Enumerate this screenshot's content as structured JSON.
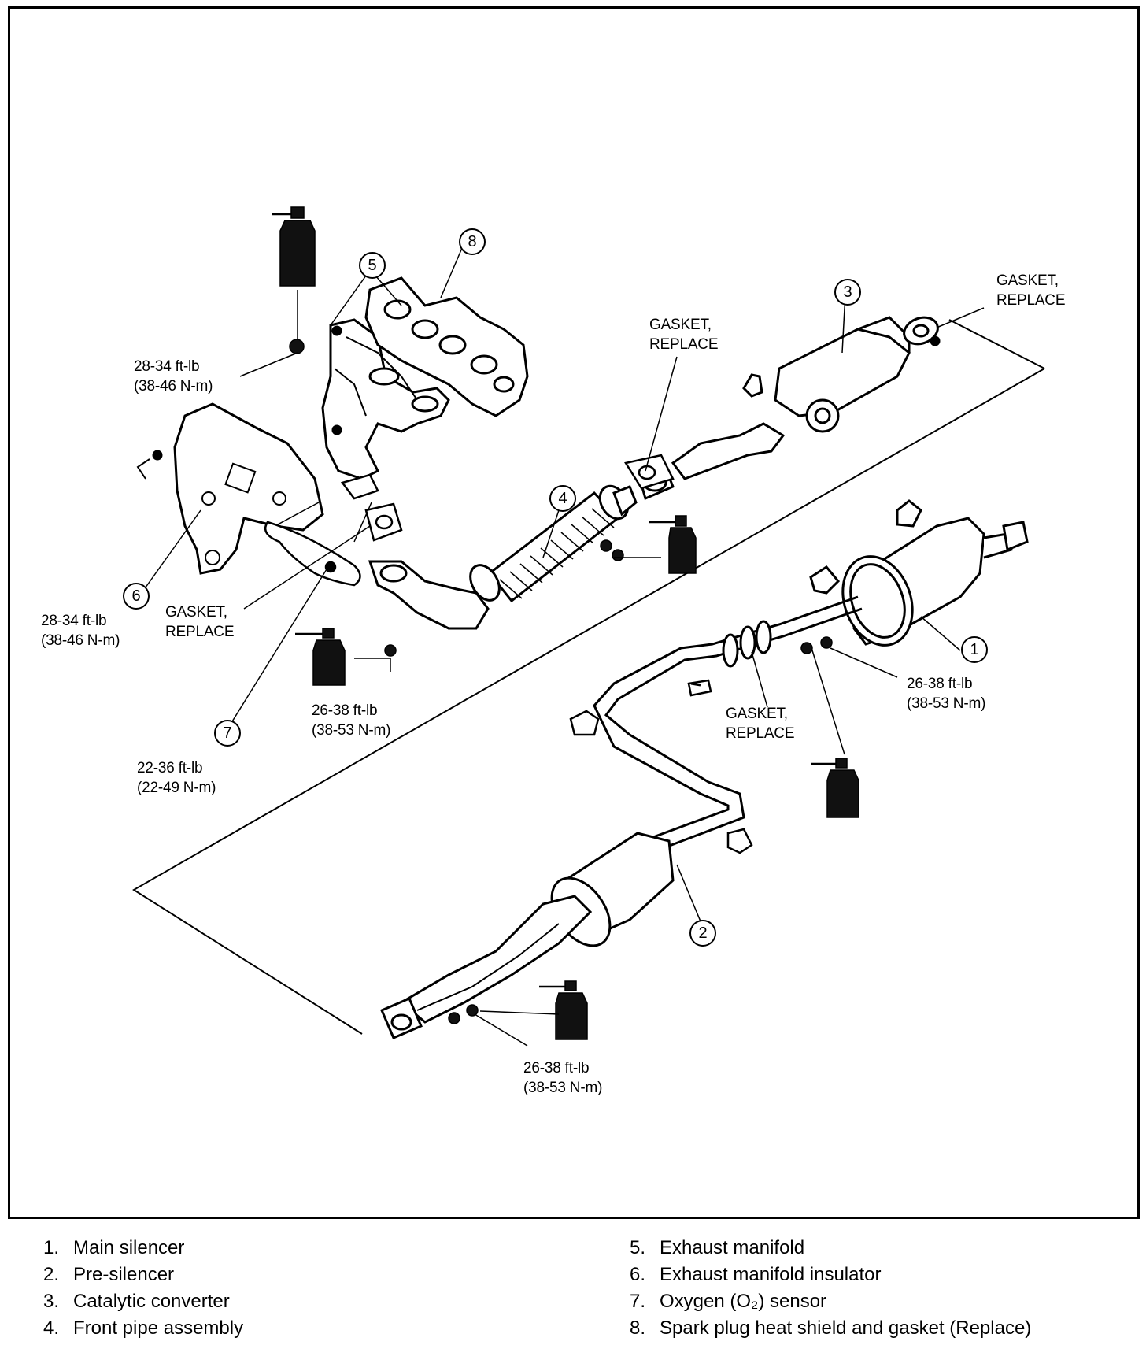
{
  "callouts": [
    "1",
    "2",
    "3",
    "4",
    "5",
    "6",
    "7",
    "8"
  ],
  "labels": {
    "torque_5_upper": [
      "28-34 ft-lb",
      "(38-46 N-m)"
    ],
    "torque_6": [
      "28-34 ft-lb",
      "(38-46 N-m)"
    ],
    "torque_4_lower": [
      "26-38 ft-lb",
      "(38-53 N-m)"
    ],
    "torque_7": [
      "22-36 ft-lb",
      "(22-49 N-m)"
    ],
    "torque_1": [
      "26-38 ft-lb",
      "(38-53 N-m)"
    ],
    "torque_2": [
      "26-38 ft-lb",
      "(38-53 N-m)"
    ],
    "gasket_cat_out": [
      "GASKET,",
      "REPLACE"
    ],
    "gasket_cat_in": [
      "GASKET,",
      "REPLACE"
    ],
    "gasket_manifold": [
      "GASKET,",
      "REPLACE"
    ],
    "gasket_main": [
      "GASKET,",
      "REPLACE"
    ]
  },
  "legend": {
    "left": [
      {
        "num": "1.",
        "text": "Main silencer"
      },
      {
        "num": "2.",
        "text": "Pre-silencer"
      },
      {
        "num": "3.",
        "text": "Catalytic converter"
      },
      {
        "num": "4.",
        "text": "Front pipe assembly"
      }
    ],
    "right": [
      {
        "num": "5.",
        "text": "Exhaust manifold"
      },
      {
        "num": "6.",
        "text": "Exhaust manifold insulator"
      },
      {
        "num": "7.",
        "text": "Oxygen (O₂) sensor"
      },
      {
        "num": "8.",
        "text": "Spark plug heat shield and gasket (Replace)"
      }
    ]
  }
}
